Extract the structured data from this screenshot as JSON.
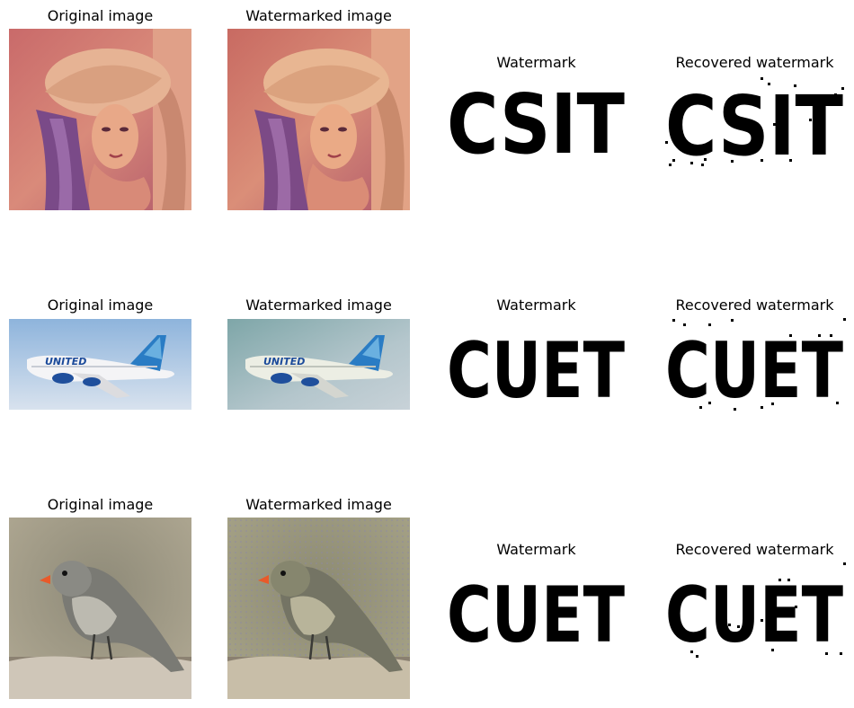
{
  "rows": [
    {
      "original": {
        "title": "Original image",
        "content": "woman-with-hat-photo"
      },
      "watermarked": {
        "title": "Watermarked image",
        "content": "woman-with-hat-photo"
      },
      "watermark": {
        "title": "Watermark",
        "text": "CSIT"
      },
      "recovered": {
        "title": "Recovered watermark",
        "text": "CSIT"
      }
    },
    {
      "original": {
        "title": "Original image",
        "content": "airplane-photo",
        "airline_text": "UNITED"
      },
      "watermarked": {
        "title": "Watermarked image",
        "content": "airplane-photo",
        "airline_text": "UNITED"
      },
      "watermark": {
        "title": "Watermark",
        "text": "CUET"
      },
      "recovered": {
        "title": "Recovered watermark",
        "text": "CUET"
      }
    },
    {
      "original": {
        "title": "Original image",
        "content": "bird-on-log-photo"
      },
      "watermarked": {
        "title": "Watermarked image",
        "content": "bird-on-log-photo"
      },
      "watermark": {
        "title": "Watermark",
        "text": "CUET"
      },
      "recovered": {
        "title": "Recovered watermark",
        "text": "CUET"
      }
    }
  ]
}
